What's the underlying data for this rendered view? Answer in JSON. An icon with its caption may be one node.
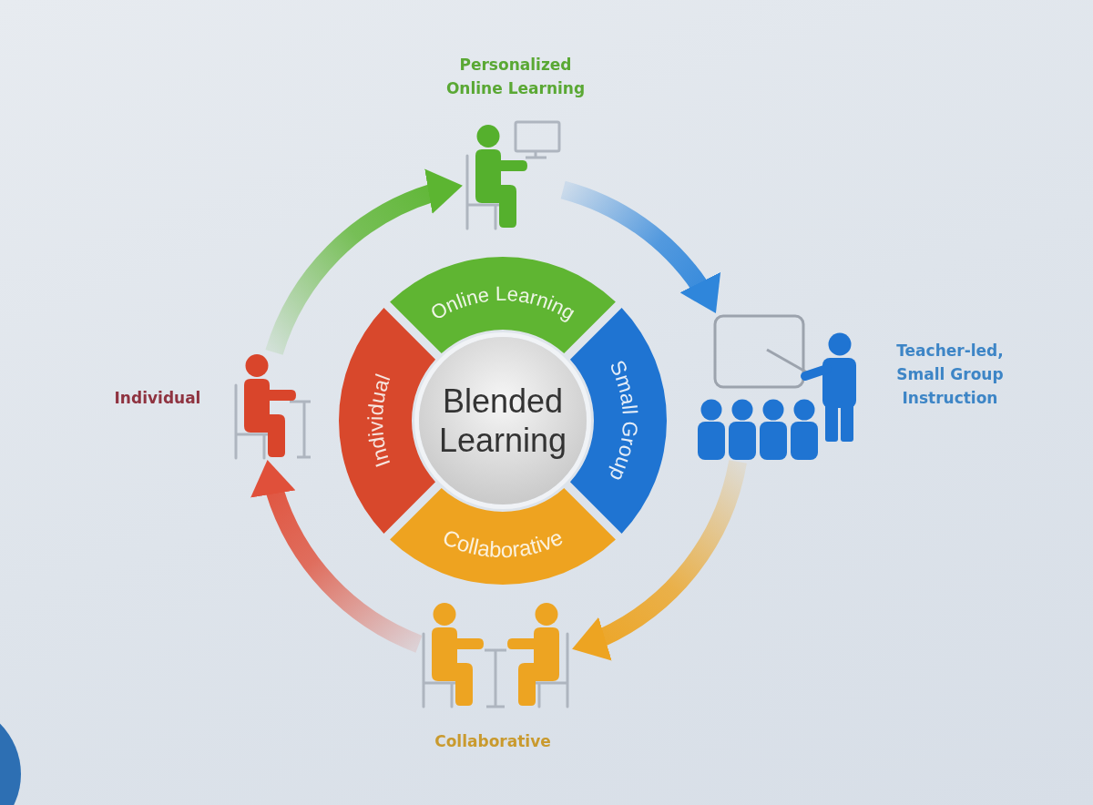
{
  "diagram": {
    "nodes": [
      {
        "text": [],
        "shape": "picture",
        "beside": [
          "Personalized Online Learning"
        ]
      },
      {
        "text": [
          "Online Learning"
        ]
      },
      {
        "text": [],
        "shape": "picture",
        "beside": [
          "Individual"
        ]
      },
      {
        "text": [
          "Individual"
        ]
      },
      {
        "text": [
          "Blended Learning"
        ]
      },
      {
        "text": [
          "Small Group"
        ]
      },
      {
        "text": [],
        "shape": "picture",
        "beside": [
          "Teacher-led, Small Group Instruction"
        ]
      },
      {
        "text": [
          "Collaborative"
        ]
      },
      {
        "text": [],
        "shape": "picture",
        "beside": [
          "Collaborative"
        ]
      }
    ],
    "edges": [
      {
        "from": 2,
        "to": 0,
        "arrow": "to",
        "color": "#5cb531"
      },
      {
        "from": 0,
        "to": 6,
        "arrow": "to",
        "color": "#2f86db"
      },
      {
        "from": 6,
        "to": 8,
        "arrow": "to",
        "color": "#eda422"
      },
      {
        "from": 8,
        "to": 2,
        "arrow": "to",
        "color": "#e0503a"
      }
    ]
  }
}
